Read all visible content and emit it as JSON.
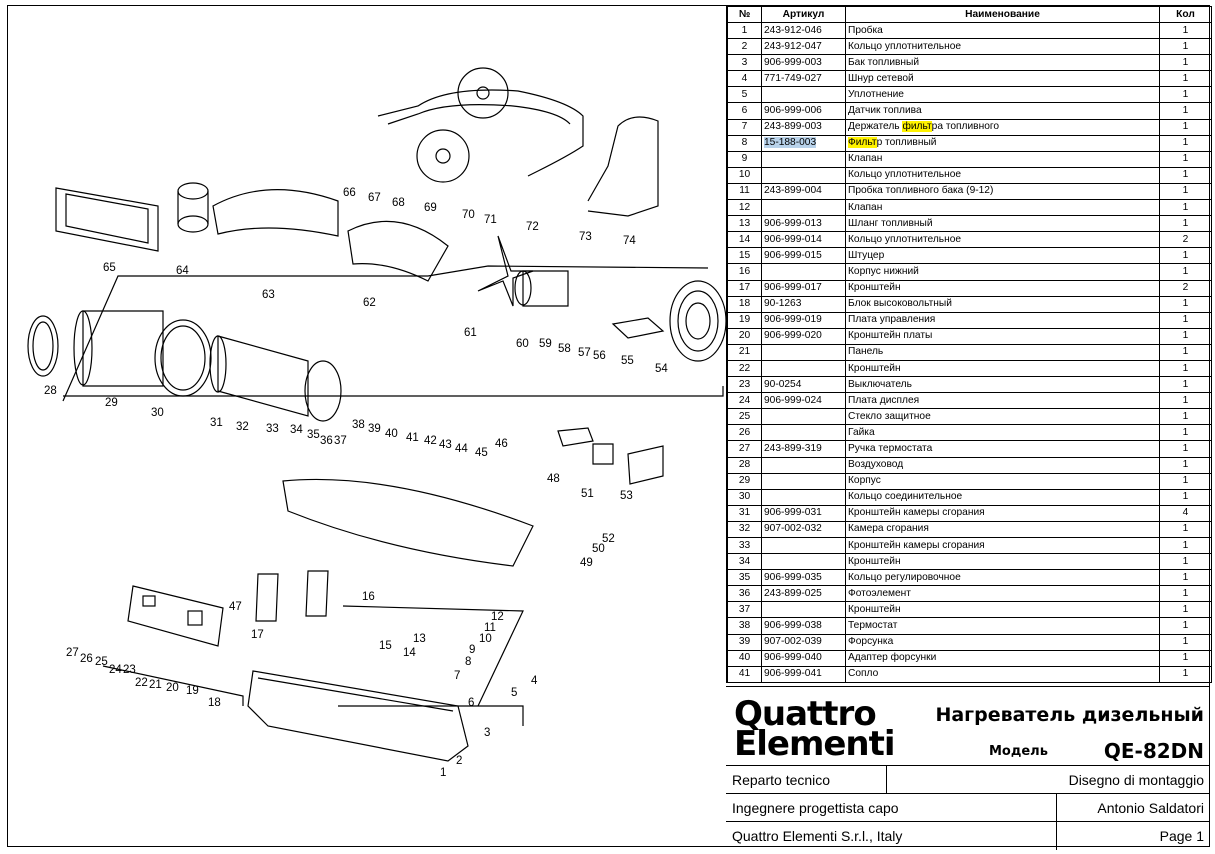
{
  "table": {
    "headers": [
      "№",
      "Артикул",
      "Наименование",
      "Кол"
    ],
    "rows": [
      {
        "no": "1",
        "art": "243-912-046",
        "name": "Пробка",
        "qty": "1"
      },
      {
        "no": "2",
        "art": "243-912-047",
        "name": "Кольцо уплотнительное",
        "qty": "1"
      },
      {
        "no": "3",
        "art": "906-999-003",
        "name": "Бак топливный",
        "qty": "1"
      },
      {
        "no": "4",
        "art": "771-749-027",
        "name": "Шнур сетевой",
        "qty": "1"
      },
      {
        "no": "5",
        "art": "",
        "name": "Уплотнение",
        "qty": "1"
      },
      {
        "no": "6",
        "art": "906-999-006",
        "name": "Датчик топлива",
        "qty": "1"
      },
      {
        "no": "7",
        "art": "243-899-003",
        "name": "Держатель фильтра топливного",
        "qty": "1"
      },
      {
        "no": "8",
        "art": "15-188-003",
        "name": "Фильтр топливный",
        "qty": "1"
      },
      {
        "no": "9",
        "art": "",
        "name": "Клапан",
        "qty": "1"
      },
      {
        "no": "10",
        "art": "",
        "name": "Кольцо уплотнительное",
        "qty": "1"
      },
      {
        "no": "11",
        "art": "243-899-004",
        "name": "Пробка топливного бака (9-12)",
        "qty": "1"
      },
      {
        "no": "12",
        "art": "",
        "name": "Клапан",
        "qty": "1"
      },
      {
        "no": "13",
        "art": "906-999-013",
        "name": "Шланг топливный",
        "qty": "1"
      },
      {
        "no": "14",
        "art": "906-999-014",
        "name": "Кольцо уплотнительное",
        "qty": "2"
      },
      {
        "no": "15",
        "art": "906-999-015",
        "name": "Штуцер",
        "qty": "1"
      },
      {
        "no": "16",
        "art": "",
        "name": "Корпус нижний",
        "qty": "1"
      },
      {
        "no": "17",
        "art": "906-999-017",
        "name": "Кронштейн",
        "qty": "2"
      },
      {
        "no": "18",
        "art": "90-1263",
        "name": "Блок высоковольтный",
        "qty": "1"
      },
      {
        "no": "19",
        "art": "906-999-019",
        "name": "Плата управления",
        "qty": "1"
      },
      {
        "no": "20",
        "art": "906-999-020",
        "name": "Кронштейн платы",
        "qty": "1"
      },
      {
        "no": "21",
        "art": "",
        "name": "Панель",
        "qty": "1"
      },
      {
        "no": "22",
        "art": "",
        "name": "Кронштейн",
        "qty": "1"
      },
      {
        "no": "23",
        "art": "90-0254",
        "name": "Выключатель",
        "qty": "1"
      },
      {
        "no": "24",
        "art": "906-999-024",
        "name": "Плата дисплея",
        "qty": "1"
      },
      {
        "no": "25",
        "art": "",
        "name": "Стекло защитное",
        "qty": "1"
      },
      {
        "no": "26",
        "art": "",
        "name": "Гайка",
        "qty": "1"
      },
      {
        "no": "27",
        "art": "243-899-319",
        "name": "Ручка термостата",
        "qty": "1"
      },
      {
        "no": "28",
        "art": "",
        "name": "Воздуховод",
        "qty": "1"
      },
      {
        "no": "29",
        "art": "",
        "name": "Корпус",
        "qty": "1"
      },
      {
        "no": "30",
        "art": "",
        "name": "Кольцо соединительное",
        "qty": "1"
      },
      {
        "no": "31",
        "art": "906-999-031",
        "name": "Кронштейн камеры сгорания",
        "qty": "4"
      },
      {
        "no": "32",
        "art": "907-002-032",
        "name": "Камера сгорания",
        "qty": "1"
      },
      {
        "no": "33",
        "art": "",
        "name": "Кронштейн камеры сгорания",
        "qty": "1"
      },
      {
        "no": "34",
        "art": "",
        "name": "Кронштейн",
        "qty": "1"
      },
      {
        "no": "35",
        "art": "906-999-035",
        "name": "Кольцо регулировочное",
        "qty": "1"
      },
      {
        "no": "36",
        "art": "243-899-025",
        "name": "Фотоэлемент",
        "qty": "1"
      },
      {
        "no": "37",
        "art": "",
        "name": "Кронштейн",
        "qty": "1"
      },
      {
        "no": "38",
        "art": "906-999-038",
        "name": "Термостат",
        "qty": "1"
      },
      {
        "no": "39",
        "art": "907-002-039",
        "name": "Форсунка",
        "qty": "1"
      },
      {
        "no": "40",
        "art": "906-999-040",
        "name": "Адаптер форсунки",
        "qty": "1"
      },
      {
        "no": "41",
        "art": "906-999-041",
        "name": "Сопло",
        "qty": "1"
      }
    ]
  },
  "highlights": {
    "blue": "#b8d2ea",
    "yellow": "#fff200"
  },
  "title_block": {
    "logo_line1": "Quattro",
    "logo_line2": "Elementi",
    "product": "Нагреватель дизельный",
    "model_label": "Модель",
    "model_value": "QE-82DN",
    "dept_left": "Reparto tecnico",
    "dept_right": "Disegno di montaggio",
    "engineer_left": "Ingegnere progettista capo",
    "engineer_right": "Antonio Saldatori",
    "company_left": "Quattro Elementi S.r.l., Italy",
    "company_right": "Page 1"
  },
  "callouts": [
    "1",
    "2",
    "3",
    "4",
    "5",
    "6",
    "7",
    "8",
    "9",
    "10",
    "11",
    "12",
    "13",
    "14",
    "15",
    "16",
    "17",
    "18",
    "19",
    "20",
    "21",
    "22",
    "23",
    "24",
    "25",
    "26",
    "27",
    "28",
    "29",
    "30",
    "31",
    "32",
    "33",
    "34",
    "35",
    "36",
    "37",
    "38",
    "39",
    "40",
    "41",
    "42",
    "43",
    "44",
    "45",
    "46",
    "47",
    "48",
    "49",
    "50",
    "51",
    "52",
    "53",
    "54",
    "55",
    "56",
    "57",
    "58",
    "59",
    "60",
    "61",
    "62",
    "63",
    "64",
    "65",
    "66",
    "67",
    "68",
    "69",
    "70",
    "71",
    "72",
    "73",
    "74"
  ]
}
